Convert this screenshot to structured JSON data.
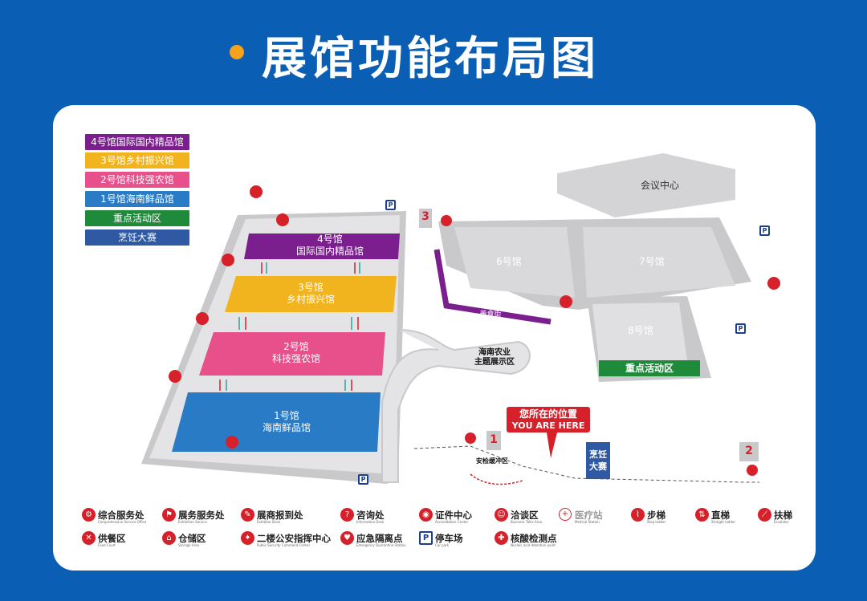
{
  "title": "展馆功能布局图",
  "legend": [
    {
      "label": "4号馆国际国内精品馆",
      "color": "#7b1f8e"
    },
    {
      "label": "3号馆乡村振兴馆",
      "color": "#f2b41e"
    },
    {
      "label": "2号馆科技强农馆",
      "color": "#e8508b"
    },
    {
      "label": "1号馆海南鲜品馆",
      "color": "#2a7bc6"
    },
    {
      "label": "重点活动区",
      "color": "#1f8a3a"
    },
    {
      "label": "烹饪大赛",
      "color": "#2f5aa3"
    }
  ],
  "halls": {
    "h4": [
      "4号馆",
      "国际国内精品馆"
    ],
    "h3": [
      "3号馆",
      "乡村振兴馆"
    ],
    "h2": [
      "2号馆",
      "科技强农馆"
    ],
    "h1": [
      "1号馆",
      "海南鲜品馆"
    ],
    "h6": "6号馆",
    "h7": "7号馆",
    "h8": "8号馆",
    "meeting": "会议中心",
    "activity": "重点活动区",
    "food_street": "美食街",
    "agri_zone": [
      "海南农业",
      "主题展示区"
    ],
    "cooking": [
      "烹饪",
      "大赛"
    ],
    "buffer": "安检缓冲区"
  },
  "you_are_here": {
    "cn": "您所在的位置",
    "en": "YOU ARE HERE"
  },
  "gates": {
    "g3": "3",
    "g1": "1",
    "g2": "2"
  },
  "parking": "P",
  "key": [
    {
      "label": "综合服务处",
      "sub": "Comprehensive Service Office",
      "icon": "service-icon"
    },
    {
      "label": "展务服务处",
      "sub": "Exhibition Service",
      "icon": "exhibit-service-icon"
    },
    {
      "label": "展商报到处",
      "sub": "Exhibitor Desk",
      "icon": "exhibitor-icon"
    },
    {
      "label": "咨询处",
      "sub": "Information Desk",
      "icon": "info-icon"
    },
    {
      "label": "证件中心",
      "sub": "Accreditation Center",
      "icon": "id-icon"
    },
    {
      "label": "洽谈区",
      "sub": "Business Talks Area",
      "icon": "talk-icon"
    },
    {
      "label": "医疗站",
      "sub": "Medical Station",
      "icon": "medical-icon"
    },
    {
      "label": "步梯",
      "sub": "Step ladder",
      "icon": "stairs-icon"
    },
    {
      "label": "直梯",
      "sub": "Straight ladder",
      "icon": "elevator-icon"
    },
    {
      "label": "扶梯",
      "sub": "Escalator",
      "icon": "escalator-icon"
    },
    {
      "label": "供餐区",
      "sub": "Food Court",
      "icon": "food-icon"
    },
    {
      "label": "仓储区",
      "sub": "Storage Area",
      "icon": "storage-icon"
    },
    {
      "label": "二楼公安指挥中心",
      "sub": "Public Security Command Center",
      "icon": "police-icon"
    },
    {
      "label": "应急隔离点",
      "sub": "Emergency Quarantine Station",
      "icon": "quarantine-icon"
    },
    {
      "label": "停车场",
      "sub": "Car park",
      "icon": "parking-icon"
    },
    {
      "label": "核酸检测点",
      "sub": "Nucleic acid detection point",
      "icon": "test-icon"
    }
  ]
}
